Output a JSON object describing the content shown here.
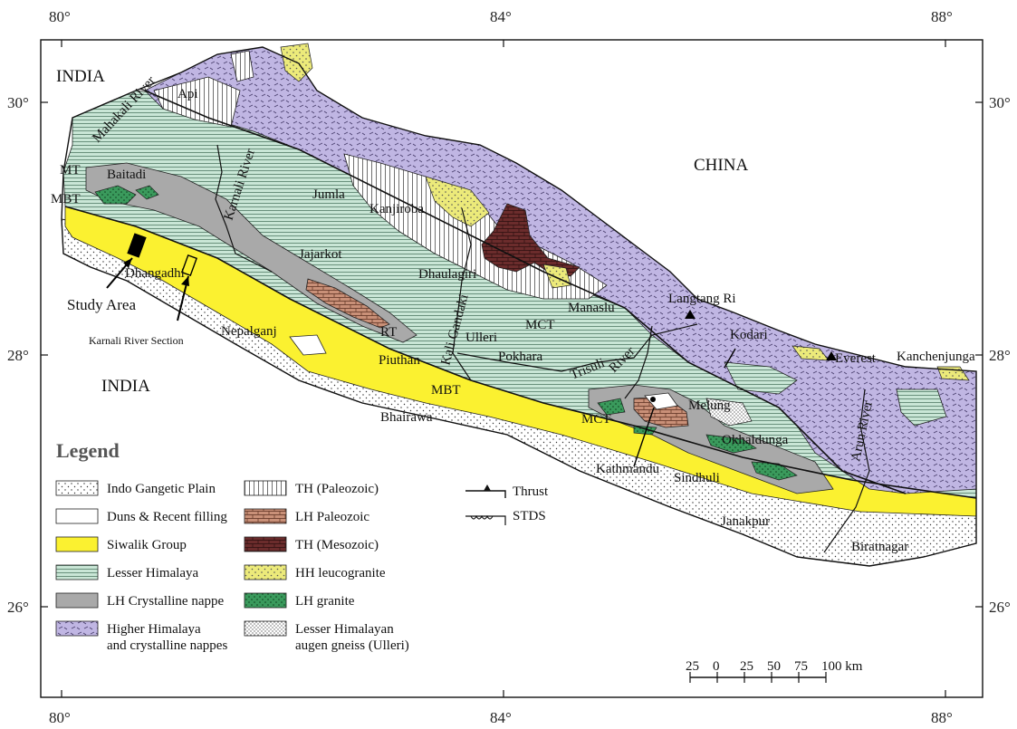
{
  "colors": {
    "gangetic_plain": "#ffffff",
    "duns": "#ffffff",
    "siwalik": "#fbf130",
    "lesser_himalaya": "#c9e6d6",
    "lh_crystalline": "#a9a9a9",
    "higher_himalaya": "#c0b6e3",
    "th_paleozoic": "#ffffff",
    "lh_paleozoic": "#c99078",
    "th_mesozoic": "#6b2c2c",
    "hh_leucogranite": "#ecea7a",
    "lh_granite": "#3a9a5c",
    "augen_gneiss": "#ffffff"
  },
  "axes": {
    "top_longitude": [
      "80°",
      "84°",
      "88°"
    ],
    "bottom_longitude": [
      "80°",
      "84°",
      "88°"
    ],
    "left_latitude": [
      "30°",
      "28°",
      "26°"
    ],
    "right_latitude": [
      "30°",
      "28°",
      "26°"
    ]
  },
  "countries": {
    "india_nw": "INDIA",
    "india_s": "INDIA",
    "china": "CHINA"
  },
  "places": {
    "api": "Api",
    "baitadi": "Baitadi",
    "jumla": "Jumla",
    "kanjiroba": "Kanjiroba",
    "jajarkot": "Jajarkot",
    "dhangadhi": "Dhangadhi",
    "dhaulagiri": "Dhaulagiri",
    "manaslu": "Manaslu",
    "langtang": "Langtang Ri",
    "kodari": "Kodari",
    "everest": "Everest",
    "kanchenjunga": "Kanchenjunga",
    "nepalganj": "Nepalganj",
    "piuthan": "Piuthan",
    "ulleri": "Ulleri",
    "pokhara": "Pokhara",
    "bhairawa": "Bhairawa",
    "melung": "Melung",
    "okhaldunga": "Okhaldunga",
    "kathmandu": "Kathmandu",
    "sindhuli": "Sindhuli",
    "janakpur": "Janakpur",
    "biratnagar": "Biratnagar"
  },
  "rivers": {
    "mahakali": "Mahakali River",
    "karnali": "Karnali River",
    "kali_gandaki": "Kali Gandaki",
    "trisuli": "Trisuli",
    "trisuli_river": "River",
    "arun": "Arun River"
  },
  "structures": {
    "mt": "MT",
    "mbt_west": "MBT",
    "rt": "RT",
    "mct_central": "MCT",
    "mbt_central": "MBT",
    "mct_east": "MCT"
  },
  "annotations": {
    "study_area": "Study Area",
    "karnali_section": "Karnali River Section"
  },
  "legend": {
    "title": "Legend",
    "col1": [
      {
        "key": "gangetic_plain",
        "label": "Indo Gangetic Plain",
        "pattern": "dots"
      },
      {
        "key": "duns",
        "label": "Duns & Recent filling",
        "pattern": "plain"
      },
      {
        "key": "siwalik",
        "label": "Siwalik Group",
        "pattern": "plain"
      },
      {
        "key": "lesser_himalaya",
        "label": "Lesser Himalaya",
        "pattern": "hlines"
      },
      {
        "key": "lh_crystalline",
        "label": "LH Crystalline nappe",
        "pattern": "plain"
      },
      {
        "key": "higher_himalaya",
        "label": "Higher Himalaya",
        "label2": "and crystalline nappes",
        "pattern": "dashes"
      }
    ],
    "col2": [
      {
        "key": "th_paleozoic",
        "label": "TH (Paleozoic)",
        "pattern": "vlines"
      },
      {
        "key": "lh_paleozoic",
        "label": "LH Paleozoic",
        "pattern": "bricks"
      },
      {
        "key": "th_mesozoic",
        "label": "TH (Mesozoic)",
        "pattern": "bricks"
      },
      {
        "key": "hh_leucogranite",
        "label": "HH leucogranite",
        "pattern": "dots"
      },
      {
        "key": "lh_granite",
        "label": "LH granite",
        "pattern": "dots"
      },
      {
        "key": "augen_gneiss",
        "label": "Lesser Himalayan",
        "label2": "augen gneiss (Ulleri)",
        "pattern": "densedots"
      }
    ],
    "col3": [
      {
        "label": "Thrust"
      },
      {
        "label": "STDS"
      }
    ]
  },
  "scale_bar": {
    "labels": [
      "25",
      "0",
      "25",
      "50",
      "75",
      "100 km"
    ]
  }
}
